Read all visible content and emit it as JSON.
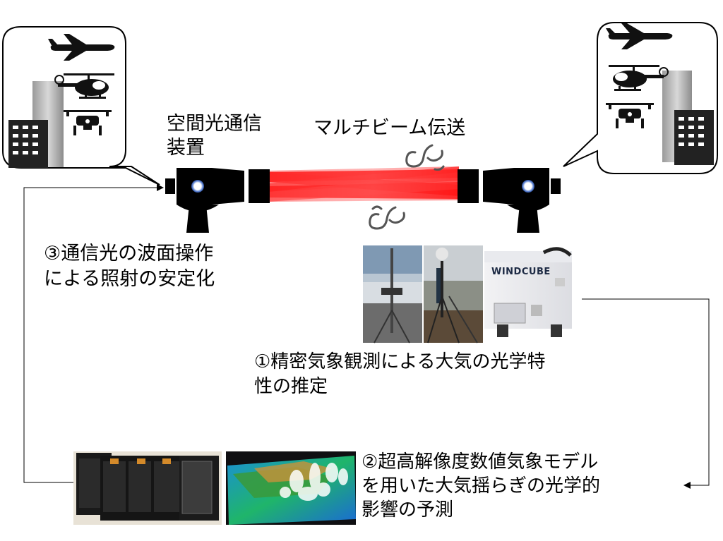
{
  "labels": {
    "device_line1": "空間光通信",
    "device_line2": "装置",
    "multibeam": "マルチビーム伝送",
    "step3_line1": "③通信光の波面操作",
    "step3_line2": "による照射の安定化",
    "step1_line1": "①精密気象観測による大気の光学特",
    "step1_line2": "性の推定",
    "step2_line1": "②超高解像度数値気象モデル",
    "step2_line2": "を用いた大気揺らぎの光学的",
    "step2_line3": "影響の予測",
    "windcube": "WINDCUBE"
  },
  "icons": {
    "left_bubble": [
      "airplane-icon",
      "helicopter-icon",
      "drone-icon",
      "building-icon"
    ],
    "right_bubble": [
      "airplane-icon",
      "helicopter-icon",
      "drone-icon",
      "building-icon"
    ],
    "air": [
      "turbulence-swirl-icon"
    ]
  },
  "colors": {
    "beam": "#ff0000",
    "device": "#000000",
    "lens": "#3a6ec8"
  }
}
